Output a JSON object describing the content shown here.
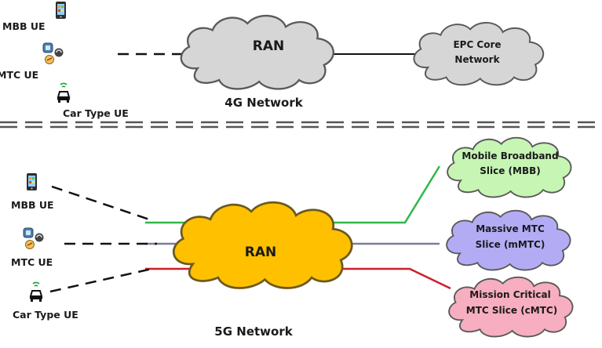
{
  "network_4g": {
    "title": "4G Network",
    "ues": [
      "MBB UE",
      "MTC UE",
      "Car Type UE"
    ],
    "ran_label": "RAN",
    "core_label_line1": "EPC Core",
    "core_label_line2": "Network"
  },
  "network_5g": {
    "title": "5G Network",
    "ues": [
      "MBB UE",
      "MTC UE",
      "Car Type UE"
    ],
    "ran_label": "RAN",
    "slices": [
      {
        "line1": "Mobile Broadband",
        "line2": "Slice (MBB)",
        "color": "#c6f5b4",
        "link_color": "#2fb84a"
      },
      {
        "line1": "Massive MTC",
        "line2": "Slice (mMTC)",
        "color": "#b3acf5",
        "link_color": "#7c7c9c"
      },
      {
        "line1": "Mission Critical",
        "line2": "MTC Slice (cMTC)",
        "color": "#f7aec0",
        "link_color": "#cc1f2a"
      }
    ]
  },
  "colors": {
    "cloud_grey": "#d6d6d6",
    "ran_5g": "#ffc000",
    "outline": "#5a5a5a",
    "icons": [
      "smartphone-icon",
      "sensor-icon",
      "wifi-car-icon"
    ]
  }
}
